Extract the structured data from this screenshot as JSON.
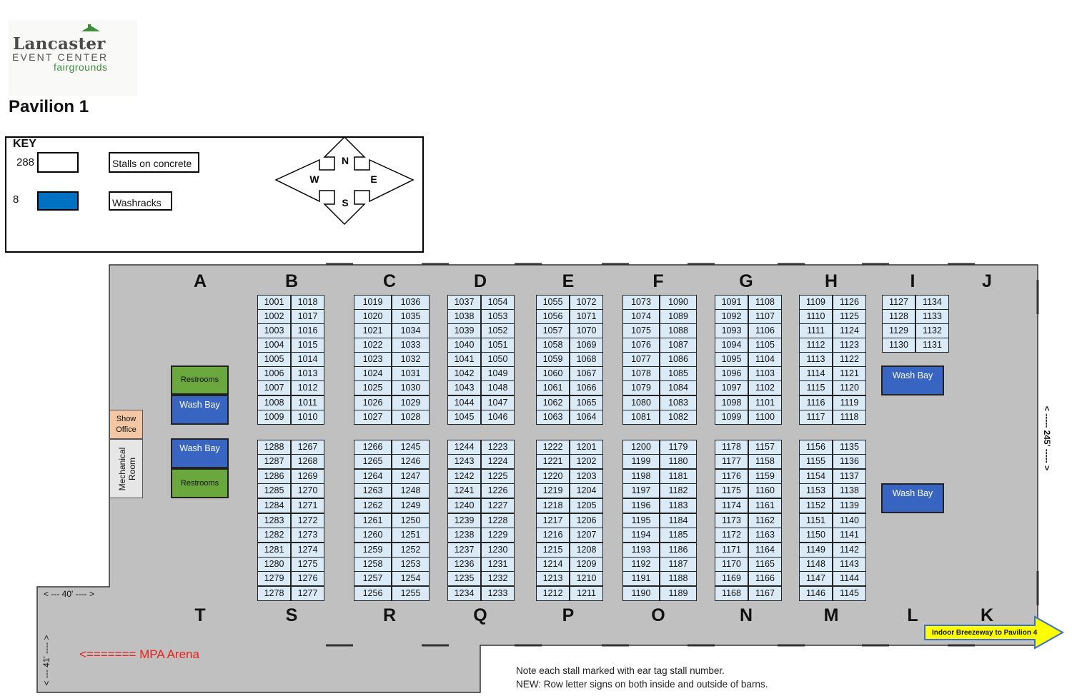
{
  "logo": {
    "word": "Lancaster",
    "sub": "EVENT CENTER",
    "fair": "fairgrounds"
  },
  "title": "Pavilion 1",
  "key": {
    "title": "KEY",
    "items": [
      {
        "count": "288",
        "label": "Stalls on concrete",
        "color": "#ffffff"
      },
      {
        "count": "8",
        "label": "Washracks",
        "color": "#0070c0"
      }
    ]
  },
  "compass": {
    "n": "N",
    "s": "S",
    "e": "E",
    "w": "W"
  },
  "row_letters_top": [
    "A",
    "B",
    "C",
    "D",
    "E",
    "F",
    "G",
    "H",
    "I",
    "J"
  ],
  "row_letters_bottom": [
    "T",
    "S",
    "R",
    "Q",
    "P",
    "O",
    "N",
    "M",
    "L",
    "K"
  ],
  "stall_blocks": [
    {
      "name": "B-north",
      "cols": [
        [
          1001,
          1002,
          1003,
          1004,
          1005,
          1006,
          1007,
          1008,
          1009
        ],
        [
          1018,
          1017,
          1016,
          1015,
          1014,
          1013,
          1012,
          1011,
          1010
        ]
      ]
    },
    {
      "name": "C-north",
      "cols": [
        [
          1019,
          1020,
          1021,
          1022,
          1023,
          1024,
          1025,
          1026,
          1027
        ],
        [
          1036,
          1035,
          1034,
          1033,
          1032,
          1031,
          1030,
          1029,
          1028
        ]
      ]
    },
    {
      "name": "D-north",
      "cols": [
        [
          1037,
          1038,
          1039,
          1040,
          1041,
          1042,
          1043,
          1044,
          1045
        ],
        [
          1054,
          1053,
          1052,
          1051,
          1050,
          1049,
          1048,
          1047,
          1046
        ]
      ]
    },
    {
      "name": "E-north",
      "cols": [
        [
          1055,
          1056,
          1057,
          1058,
          1059,
          1060,
          1061,
          1062,
          1063
        ],
        [
          1072,
          1071,
          1070,
          1069,
          1068,
          1067,
          1066,
          1065,
          1064
        ]
      ]
    },
    {
      "name": "F-north",
      "cols": [
        [
          1073,
          1074,
          1075,
          1076,
          1077,
          1078,
          1079,
          1080,
          1081
        ],
        [
          1090,
          1089,
          1088,
          1087,
          1086,
          1085,
          1084,
          1083,
          1082
        ]
      ]
    },
    {
      "name": "G-north",
      "cols": [
        [
          1091,
          1092,
          1093,
          1094,
          1095,
          1096,
          1097,
          1098,
          1099
        ],
        [
          1108,
          1107,
          1106,
          1105,
          1104,
          1103,
          1102,
          1101,
          1100
        ]
      ]
    },
    {
      "name": "H-north",
      "cols": [
        [
          1109,
          1110,
          1111,
          1112,
          1113,
          1114,
          1115,
          1116,
          1117
        ],
        [
          1126,
          1125,
          1124,
          1123,
          1122,
          1121,
          1120,
          1119,
          1118
        ]
      ]
    },
    {
      "name": "I-north",
      "cols": [
        [
          1127,
          1128,
          1129,
          1130
        ],
        [
          1134,
          1133,
          1132,
          1131
        ]
      ]
    },
    {
      "name": "S-south",
      "cols": [
        [
          1288,
          1287,
          1286,
          1285,
          1284,
          1283,
          1282,
          1281,
          1280,
          1279,
          1278
        ],
        [
          1267,
          1268,
          1269,
          1270,
          1271,
          1272,
          1273,
          1274,
          1275,
          1276,
          1277
        ]
      ]
    },
    {
      "name": "R-south",
      "cols": [
        [
          1266,
          1265,
          1264,
          1263,
          1262,
          1261,
          1260,
          1259,
          1258,
          1257,
          1256
        ],
        [
          1245,
          1246,
          1247,
          1248,
          1249,
          1250,
          1251,
          1252,
          1253,
          1254,
          1255
        ]
      ]
    },
    {
      "name": "Q-south",
      "cols": [
        [
          1244,
          1243,
          1242,
          1241,
          1240,
          1239,
          1238,
          1237,
          1236,
          1235,
          1234
        ],
        [
          1223,
          1224,
          1225,
          1226,
          1227,
          1228,
          1229,
          1230,
          1231,
          1232,
          1233
        ]
      ]
    },
    {
      "name": "P-south",
      "cols": [
        [
          1222,
          1221,
          1220,
          1219,
          1218,
          1217,
          1216,
          1215,
          1214,
          1213,
          1212
        ],
        [
          1201,
          1202,
          1203,
          1204,
          1205,
          1206,
          1207,
          1208,
          1209,
          1210,
          1211
        ]
      ]
    },
    {
      "name": "O-south",
      "cols": [
        [
          1200,
          1199,
          1198,
          1197,
          1196,
          1195,
          1194,
          1193,
          1192,
          1191,
          1190
        ],
        [
          1179,
          1180,
          1181,
          1182,
          1183,
          1184,
          1185,
          1186,
          1187,
          1188,
          1189
        ]
      ]
    },
    {
      "name": "N-south",
      "cols": [
        [
          1178,
          1177,
          1176,
          1175,
          1174,
          1173,
          1172,
          1171,
          1170,
          1169,
          1168
        ],
        [
          1157,
          1158,
          1159,
          1160,
          1161,
          1162,
          1163,
          1164,
          1165,
          1166,
          1167
        ]
      ]
    },
    {
      "name": "M-south",
      "cols": [
        [
          1156,
          1155,
          1154,
          1153,
          1152,
          1151,
          1150,
          1149,
          1148,
          1147,
          1146
        ],
        [
          1135,
          1136,
          1137,
          1138,
          1139,
          1140,
          1141,
          1142,
          1143,
          1144,
          1145
        ]
      ]
    }
  ],
  "facilities": {
    "restrooms": "Restrooms",
    "wash_bay": "Wash Bay",
    "show_office": "Show Office",
    "mechanical_room": "Mechanical Room"
  },
  "dimensions": {
    "width_40": "< --- 40' ---- >",
    "depth_41": "< --- 41' ---- >",
    "length_245": "< ----- 245' ----- >"
  },
  "mpa_arena": "<======= MPA Arena",
  "breezeway": "Indoor Breezeway to Pavilion 4",
  "notes": [
    "Note each stall marked with ear tag stall number.",
    "NEW:  Row letter signs on both inside and outside of barns."
  ],
  "colors": {
    "floor": "#c0c0c0",
    "stall": "#dbeaf7",
    "washbay": "#3864c2",
    "restroom": "#6aa83d",
    "show_office": "#f4c7a4",
    "arrow": "#ffff00",
    "mpa": "#e8201c"
  }
}
